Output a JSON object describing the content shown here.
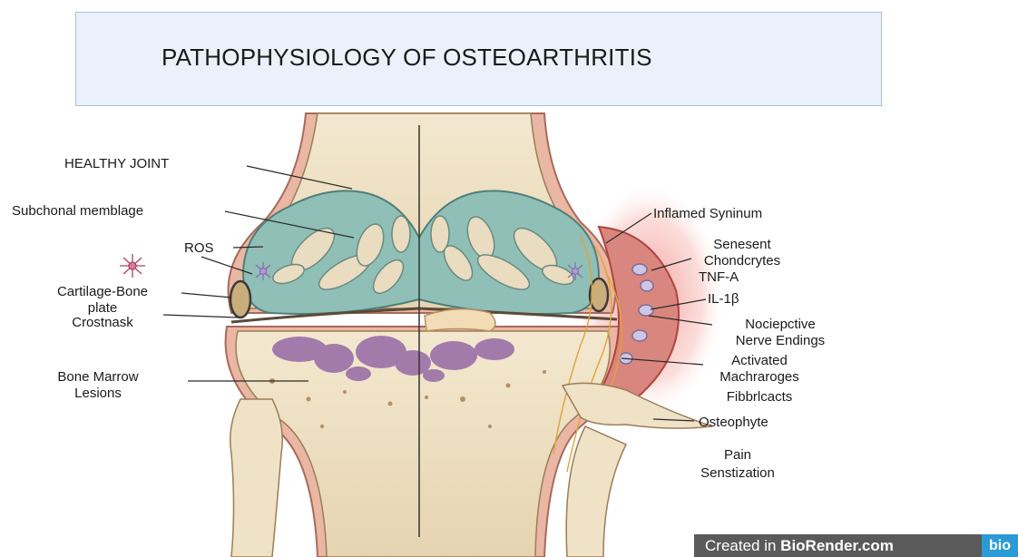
{
  "title": "PATHOPHYSIOLOGY OF OSTEOARTHRITIS",
  "labels_left": {
    "healthy_joint": "HEALTHY JOINT",
    "subchondral": "Subchonal memblage",
    "ros": "ROS",
    "cartilage_line1": "Cartilage-Bone",
    "cartilage_line2": "plate",
    "cartilage_line3": "Crostnask",
    "bml_line1": "Bone Marrow",
    "bml_line2": "Lesions"
  },
  "labels_right": {
    "synovium": "Inflamed Syninum",
    "senescent_line1": "Senesent",
    "senescent_line2": "Chondcrytes",
    "senescent_line3": "TNF-A",
    "il1b": "IL-1β",
    "nociceptive_line1": "Nociepctive",
    "nociceptive_line2": "Nerve Endings",
    "macrophages_line1": "Activated",
    "macrophages_line2": "Machraroges",
    "macrophages_line3": "Fibbrlcacts",
    "osteophyte": "Osteophyte",
    "pain_line1": "Pain",
    "pain_line2": "Senstization"
  },
  "footer": {
    "prefix": "Created in ",
    "brand": "BioRender.com",
    "logo": "bio"
  },
  "colors": {
    "title_bg": "#eaf1fb",
    "cartilage": "#8fbfb6",
    "bone": "#efe2c6",
    "marrow_lesion": "#9a70a8",
    "inflammation": "#e8504a",
    "synovium": "#d9867e"
  }
}
